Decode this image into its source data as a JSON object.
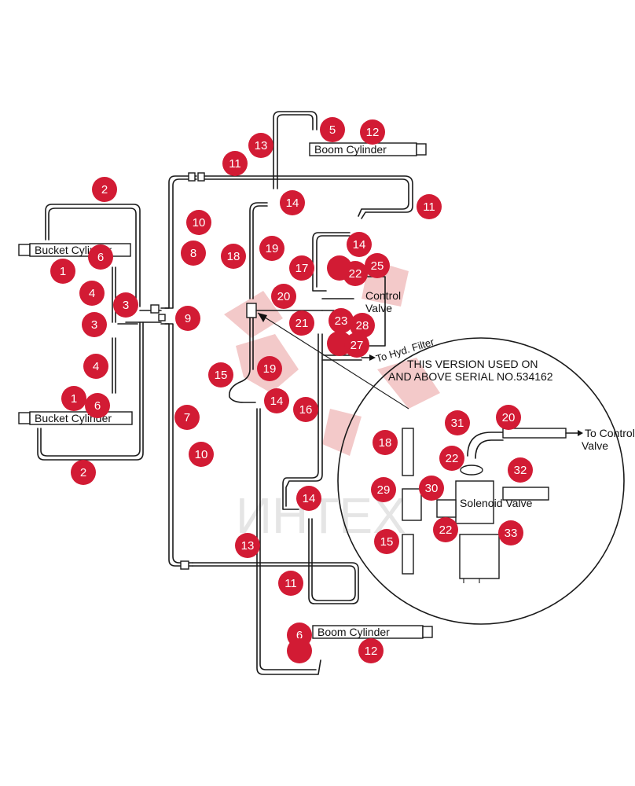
{
  "labels": {
    "bucket_cyl_top": "Bucket Cylinder",
    "bucket_cyl_bottom": "Bucket Cylinder",
    "boom_cyl_top": "Boom Cylinder",
    "boom_cyl_bottom": "Boom Cylinder",
    "control_valve_1": "Control",
    "control_valve_2": "Valve",
    "hyd_filter": "To Hyd. Filter",
    "version_line1": "THIS VERSION USED ON",
    "version_line2": "AND ABOVE SERIAL NO.534162",
    "to_control_1": "To Control",
    "to_control_2": "Valve",
    "solenoid": "Solenoid Valve",
    "watermark": "ИНТЕХ"
  },
  "markers": [
    "2",
    "1",
    "6",
    "4",
    "3",
    "3",
    "4",
    "1",
    "6",
    "2",
    "10",
    "8",
    "9",
    "7",
    "10",
    "13",
    "11",
    "5",
    "12",
    "14",
    "11",
    "18",
    "19",
    "17",
    "14",
    "",
    "22",
    "25",
    "20",
    "21",
    "23",
    "28",
    "",
    "27",
    "15",
    "19",
    "14",
    "16",
    "14",
    "13",
    "11",
    "6",
    "",
    "12",
    "31",
    "20",
    "18",
    "22",
    "32",
    "29",
    "30",
    "22",
    "33",
    "15"
  ]
}
